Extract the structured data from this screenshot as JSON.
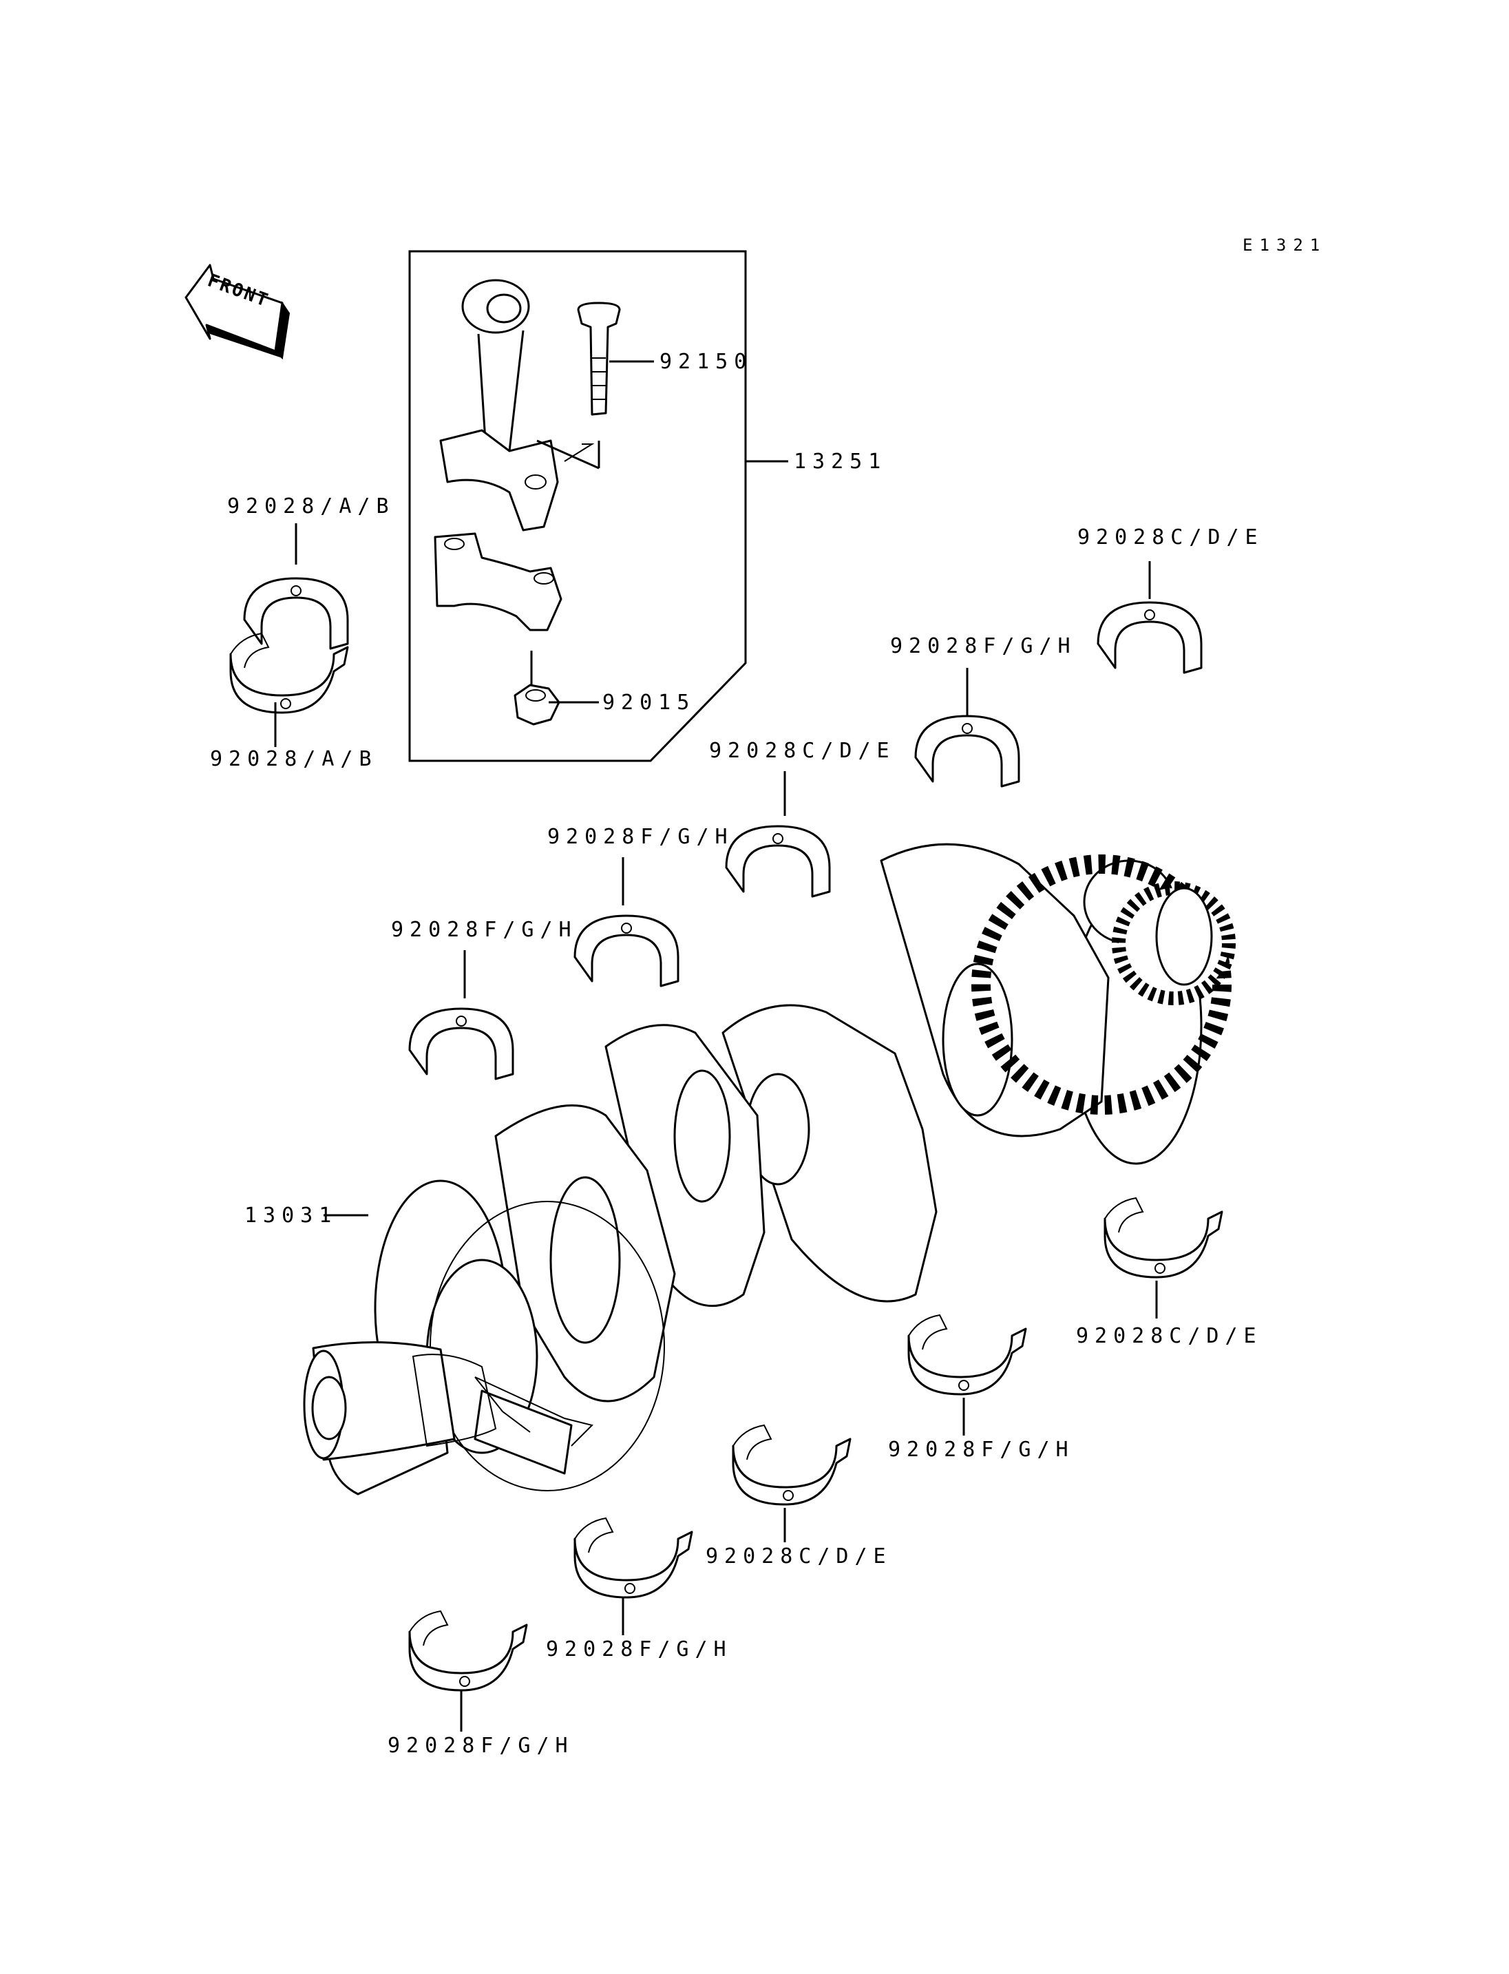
{
  "drawing_code": "E1321",
  "front_label": "FRONT",
  "callouts": {
    "conrod_bolt": "92150",
    "conrod_assy": "13251",
    "conrod_nut": "92015",
    "crankshaft": "13031",
    "bearing_ab_top": "92028/A/B",
    "bearing_ab_bottom": "92028/A/B",
    "bearing_cde_1": "92028C/D/E",
    "bearing_fgh_1": "92028F/G/H",
    "bearing_cde_2": "92028C/D/E",
    "bearing_fgh_2": "92028F/G/H",
    "bearing_fgh_3": "92028F/G/H",
    "bearing_cde_3": "92028C/D/E",
    "bearing_fgh_4": "92028F/G/H",
    "bearing_cde_4": "92028C/D/E",
    "bearing_fgh_5": "92028F/G/H",
    "bearing_fgh_6": "92028F/G/H"
  }
}
